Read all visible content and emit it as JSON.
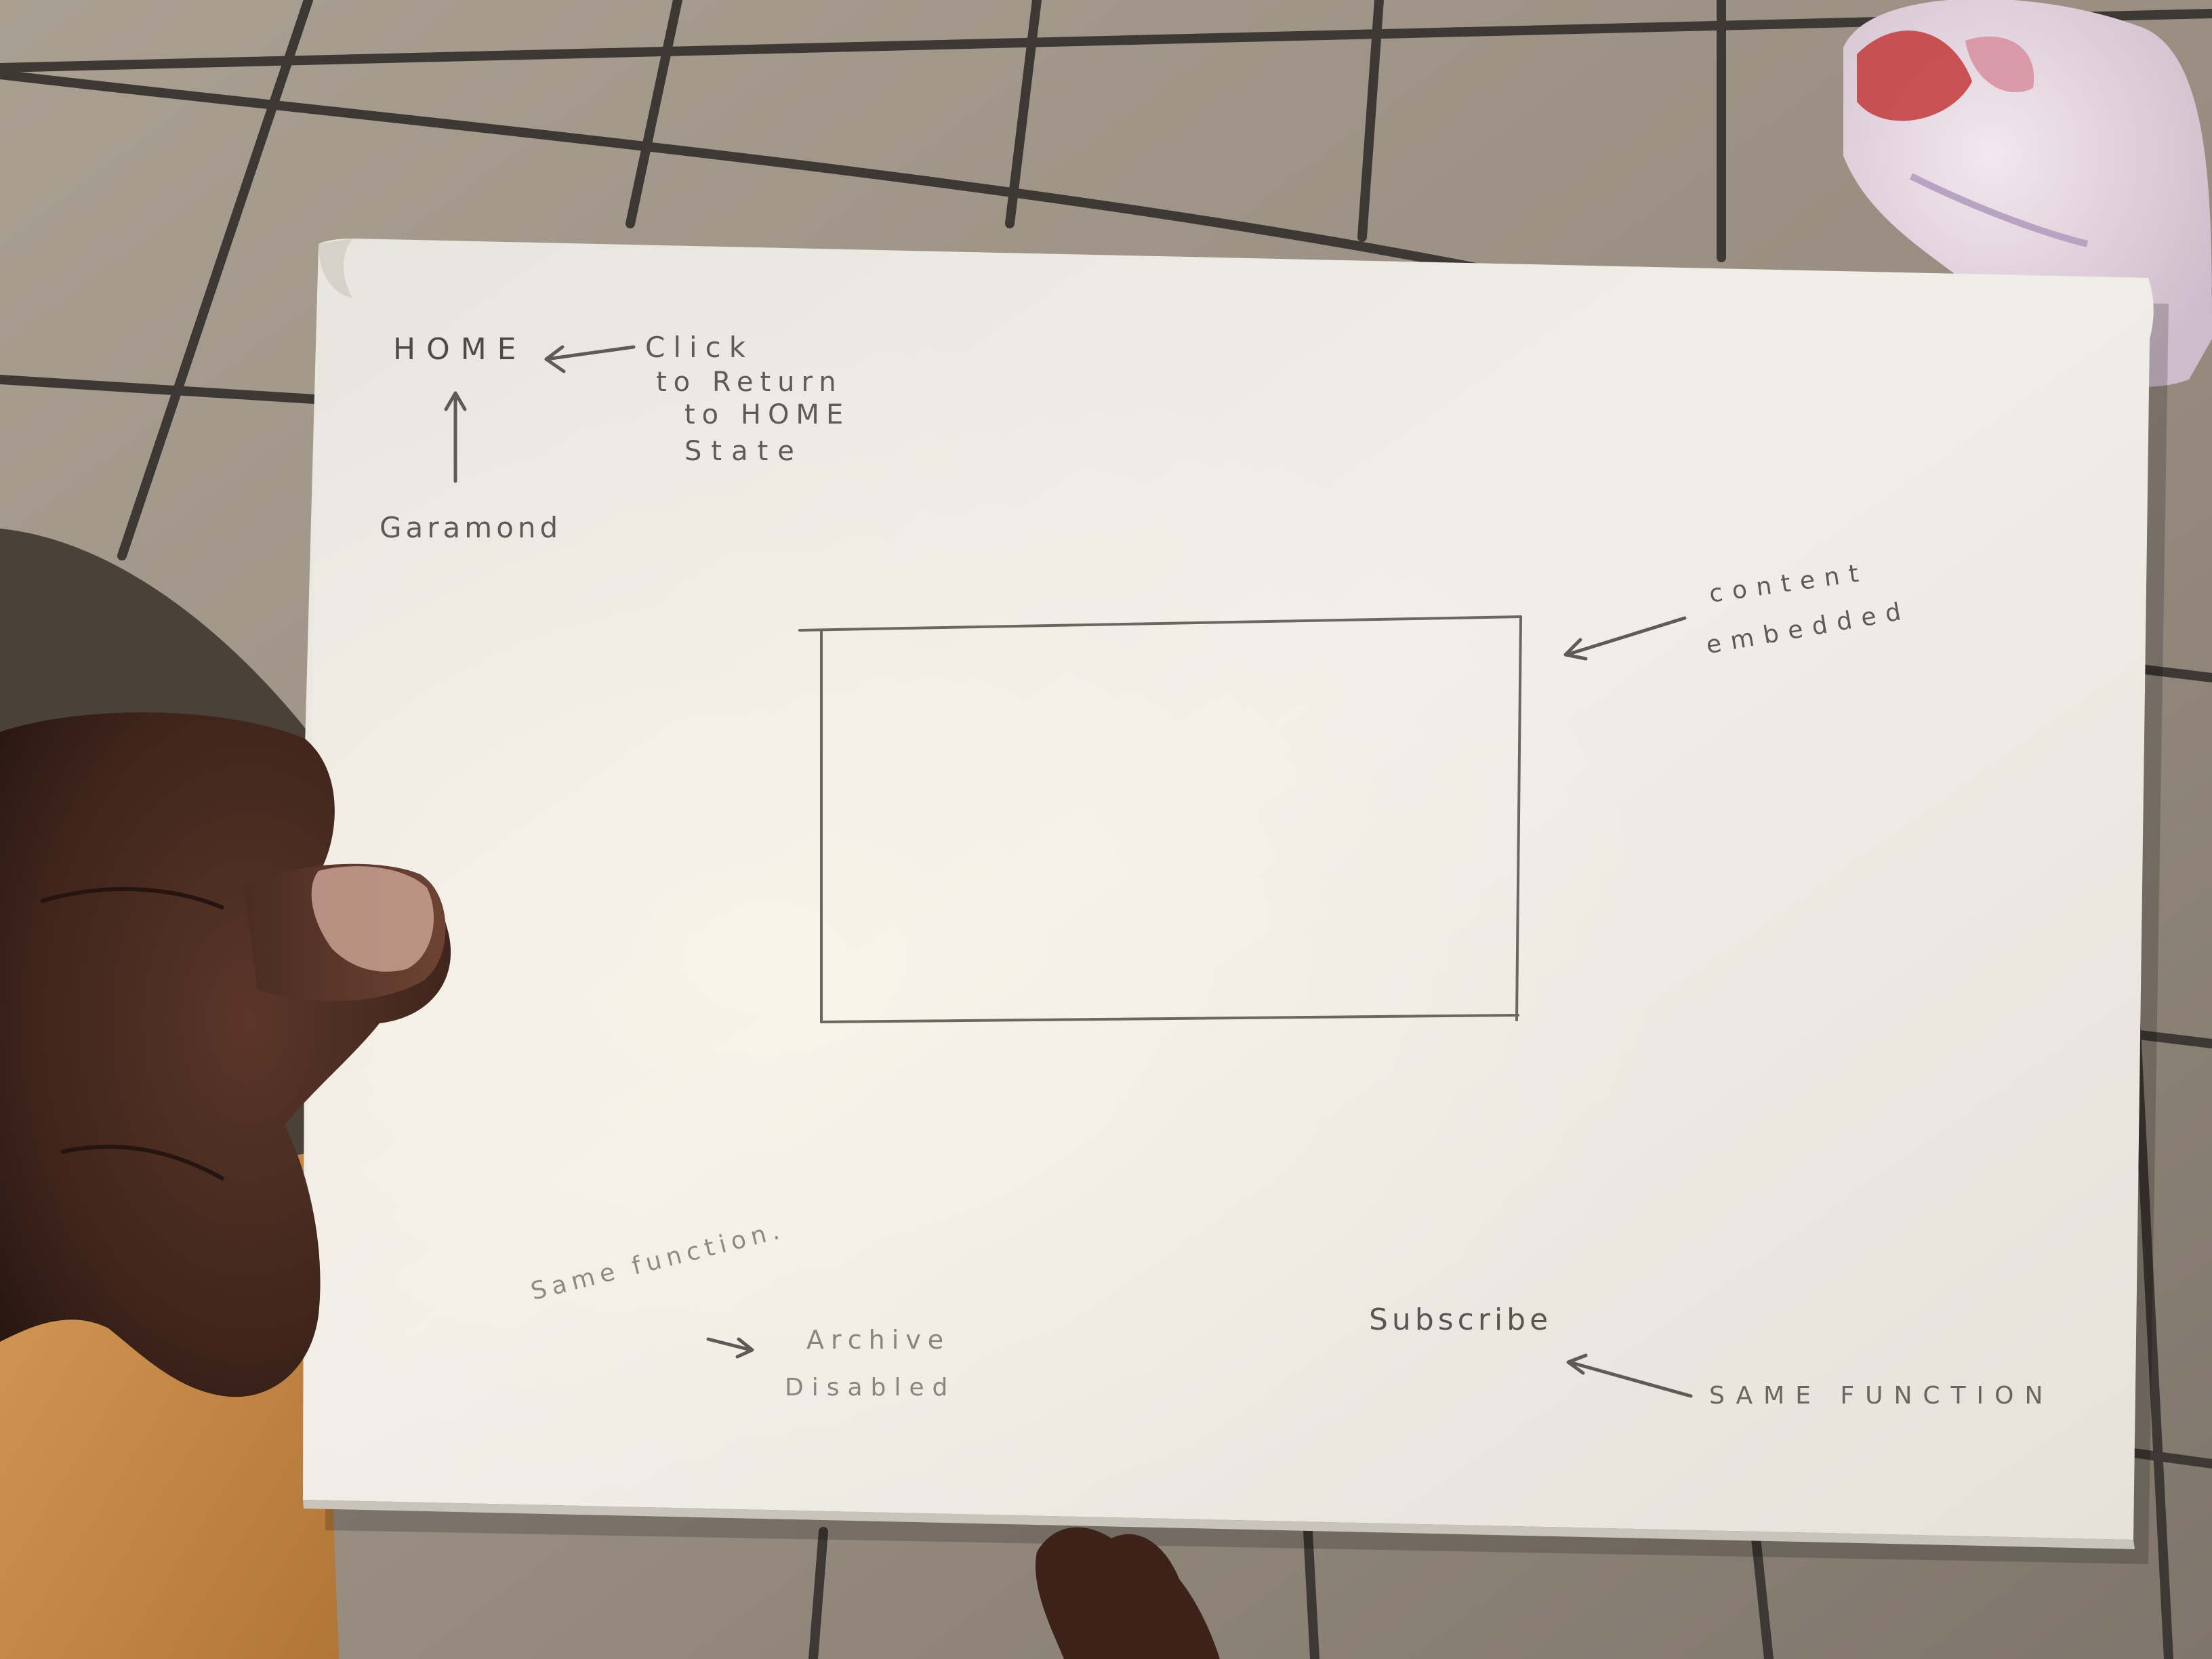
{
  "sketch": {
    "home_label": "HOME",
    "click_note": {
      "line1": "Click",
      "line2": "to Return",
      "line3": "to HOME",
      "line4": "State"
    },
    "font_note": "Garamond",
    "content_note": {
      "line1": "content",
      "line2": "embedded"
    },
    "archive_note": {
      "heading": "Same function.",
      "line1": "Archive",
      "line2": "Disabled"
    },
    "subscribe_label": "Subscribe",
    "subscribe_note": "SAME FUNCTION"
  },
  "colors": {
    "paper": "#ebe8e2",
    "pencil": "#5f5a55",
    "floor_tile": "#a49a8d",
    "grout": "#3d3833",
    "skin": "#4a2d22",
    "wood": "#c88a49"
  }
}
